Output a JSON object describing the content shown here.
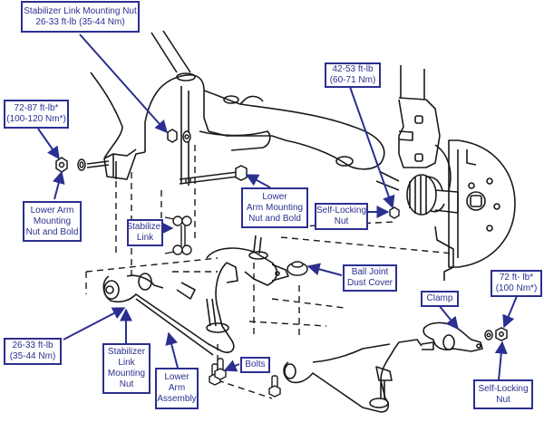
{
  "title": "Front Suspension Lower Arm Exploded View",
  "colors": {
    "callout": "#2b2f8f",
    "line": "#1a1a1a",
    "background": "#ffffff"
  },
  "labels": {
    "stabilizer_link_mounting_nut_torque": [
      "Stabilizer Link Mounting Nut",
      "26-33 ft-lb (35-44 Nm)"
    ],
    "lower_arm_nut_torque": [
      "72-87 ft-lb*",
      "(100-120 Nm*)"
    ],
    "self_locking_nut_torque_upper": [
      "42-53 ft-lb",
      "(60-71 Nm)"
    ],
    "lower_arm_mounting_nut_and_bold_left": [
      "Lower Arm",
      "Mounting",
      "Nut and Bold"
    ],
    "lower_arm_mounting_nut_and_bold_center": [
      "Lower",
      "Arm Mounting",
      "Nut and Bold"
    ],
    "self_locking_nut_upper": [
      "Self-Locking",
      "Nut"
    ],
    "stabilizer_link": [
      "Stabilizer",
      "Link"
    ],
    "ball_joint_dust_cover": [
      "Ball Joint",
      "Dust Cover"
    ],
    "clamp": [
      "Clamp"
    ],
    "clamp_nut_torque": [
      "72 ft- lb*",
      "(100 Nm*)"
    ],
    "stabilizer_link_nut_torque_lower": [
      "26-33 ft-lb",
      "(35-44 Nm)"
    ],
    "stabilizer_link_mounting_nut_lower": [
      "Stabilizer",
      "Link",
      "Mounting",
      "Nut"
    ],
    "lower_arm_assembly": [
      "Lower",
      "Arm",
      "Assembly"
    ],
    "bolts": [
      "Bolts"
    ],
    "self_locking_nut_lower": [
      "Self-Locking",
      "Nut"
    ]
  }
}
